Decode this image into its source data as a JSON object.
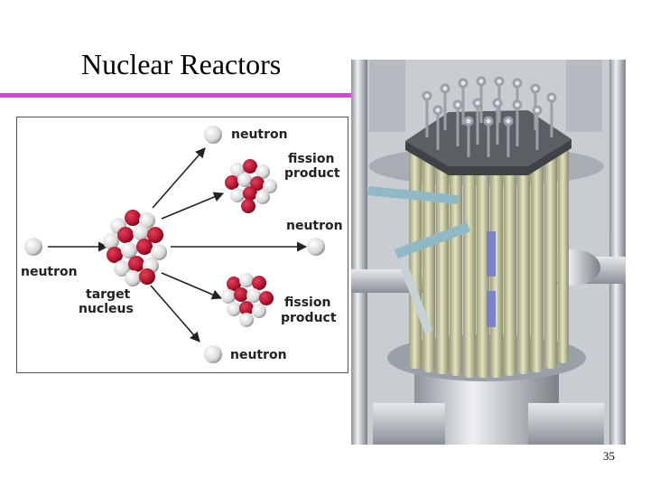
{
  "slide": {
    "title": "Nuclear Reactors",
    "page_number": "35"
  },
  "colors": {
    "accent_rule": "#e040e0",
    "nucleus_red": "#b3132e",
    "nucleus_white": "#e9e9e9",
    "fuel_rod": "#c7c9a0"
  },
  "fission_diagram": {
    "labels": {
      "neutron_top": "neutron",
      "fission_product_top_line1": "fission",
      "fission_product_top_line2": "product",
      "neutron_mid": "neutron",
      "neutron_left": "neutron",
      "target_line1": "target",
      "target_line2": "nucleus",
      "fission_product_bottom_line1": "fission",
      "fission_product_bottom_line2": "product",
      "neutron_bottom": "neutron"
    }
  }
}
